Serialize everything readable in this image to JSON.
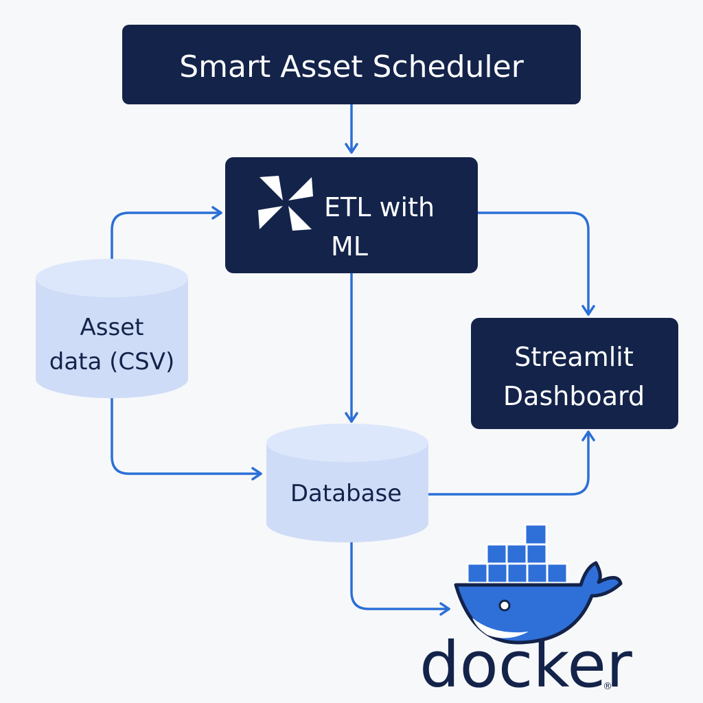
{
  "title_box": {
    "label": "Smart Asset Scheduler"
  },
  "etl_box": {
    "line1": "ETL with",
    "line2": "ML"
  },
  "dashboard_box": {
    "line1": "Streamlit",
    "line2": "Dashboard"
  },
  "csv_store": {
    "line1": "Asset",
    "line2": "data (CSV)"
  },
  "database_store": {
    "label": "Database"
  },
  "docker": {
    "wordmark": "docker",
    "registered": "®"
  },
  "colors": {
    "box_fill": "#13234a",
    "arrow": "#2b6fd6",
    "cylinder_fill": "#cfdcf7",
    "cylinder_top": "#dde7fb",
    "docker_blue": "#2f6fd8",
    "background": "#f7f8fa"
  },
  "icons": [
    "pinwheel-icon",
    "docker-whale-icon"
  ]
}
